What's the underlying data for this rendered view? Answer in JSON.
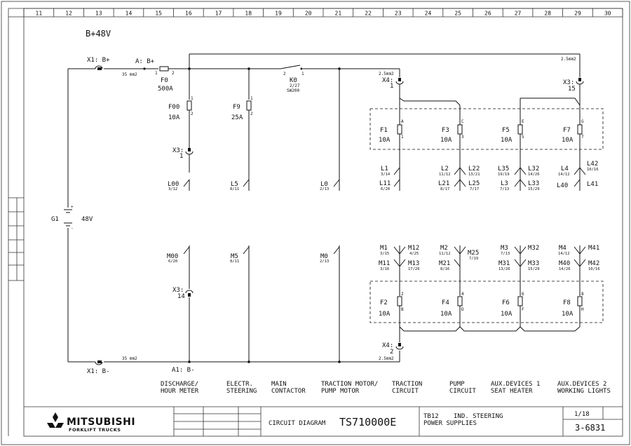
{
  "columns": [
    "11",
    "12",
    "13",
    "14",
    "15",
    "16",
    "17",
    "18",
    "19",
    "20",
    "21",
    "22",
    "23",
    "24",
    "25",
    "26",
    "27",
    "28",
    "29",
    "30"
  ],
  "supply_label": "B+48V",
  "battery": {
    "name": "G1",
    "voltage": "48V",
    "plus": "+",
    "minus": "-"
  },
  "top_wire": {
    "terminal": "X1: B+",
    "cross": "35 mm2",
    "node": "A: B+",
    "pin1": "1",
    "pin2": "2"
  },
  "bottom_wire": {
    "terminal": "X1: B-",
    "cross": "35 mm2",
    "node": "A1: B-"
  },
  "main_fuse": {
    "name": "F0",
    "rating": "500A"
  },
  "contactor": {
    "name": "K0",
    "ref": "2/27",
    "type": "SW200",
    "pin1": "2",
    "pin2": "1"
  },
  "wire_top_right": "2.5mm2",
  "wire_x4_top": "2.5mm2",
  "wire_x4_bottom": "2.5mm2",
  "fuses_left": [
    {
      "name": "F00",
      "rating": "10A",
      "p1": "1",
      "p2": "2"
    },
    {
      "name": "F9",
      "rating": "25A",
      "p1": "1",
      "p2": "2"
    }
  ],
  "x3_top": {
    "name": "X3:",
    "pin": "1"
  },
  "x3_bottom": {
    "name": "X3:",
    "pin": "14"
  },
  "x3_right": {
    "name": "X3:",
    "pin": "15"
  },
  "x4_top": {
    "name": "X4:",
    "pin": "1"
  },
  "x4_bottom": {
    "name": "X4:",
    "pin": "2"
  },
  "top_box": [
    {
      "name": "F1",
      "rating": "10A",
      "a": "A",
      "b": "1"
    },
    {
      "name": "F3",
      "rating": "10A",
      "a": "C",
      "b": "3"
    },
    {
      "name": "F5",
      "rating": "10A",
      "a": "E",
      "b": "5"
    },
    {
      "name": "F7",
      "rating": "10A",
      "a": "G",
      "b": "7"
    }
  ],
  "bottom_box": [
    {
      "name": "F2",
      "rating": "10A",
      "a": "2",
      "b": "B"
    },
    {
      "name": "F4",
      "rating": "10A",
      "a": "4",
      "b": "D"
    },
    {
      "name": "F6",
      "rating": "10A",
      "a": "6",
      "b": "F"
    },
    {
      "name": "F8",
      "rating": "10A",
      "a": "8",
      "b": "H"
    }
  ],
  "upper_left_conns": [
    {
      "name": "L00",
      "ref": "3/12"
    },
    {
      "name": "L5",
      "ref": "8/11"
    },
    {
      "name": "L0",
      "ref": "2/13"
    }
  ],
  "lower_left_conns": [
    {
      "name": "M00",
      "ref": "6/20"
    },
    {
      "name": "M5",
      "ref": "8/11"
    },
    {
      "name": "M0",
      "ref": "2/13"
    }
  ],
  "upper_right_conns": {
    "l1": "L1",
    "l1ref": "3/14",
    "l11": "L11",
    "l11ref": "6/20",
    "l2": "L2",
    "l2ref": "11/12",
    "l22": "L22",
    "l22ref": "13/21",
    "l21": "L21",
    "l21ref": "8/17",
    "l25": "L25",
    "l25ref": "7/17",
    "l35": "L35",
    "l35ref": "19/19",
    "l32": "L32",
    "l32ref": "14/26",
    "l3": "L3",
    "l3ref": "7/13",
    "l33": "L33",
    "l33ref": "15/29",
    "l4": "L4",
    "l4ref": "14/12",
    "l42": "L42",
    "l42ref": "10/16",
    "l40": "L40",
    "l41": "L41"
  },
  "lower_right_conns": {
    "m1": "M1",
    "m1ref": "3/15",
    "m12": "M12",
    "m12ref": "4/25",
    "m11": "M11",
    "m11ref": "3/16",
    "m13": "M13",
    "m13ref": "17/26",
    "m2": "M2",
    "m2ref": "11/12",
    "m25": "M25",
    "m25ref": "7/19",
    "m21": "M21",
    "m21ref": "8/16",
    "m3": "M3",
    "m3ref": "7/13",
    "m32": "M32",
    "m31": "M31",
    "m31ref": "13/26",
    "m33": "M33",
    "m33ref": "15/29",
    "m4": "M4",
    "m4ref": "14/12",
    "m41": "M41",
    "m40": "M40",
    "m40ref": "14/26",
    "m42": "M42",
    "m42ref": "10/16"
  },
  "captions": [
    {
      "l1": "DISCHARGE/",
      "l2": "HOUR METER"
    },
    {
      "l1": "ELECTR.",
      "l2": "STEERING"
    },
    {
      "l1": "MAIN",
      "l2": "CONTACTOR"
    },
    {
      "l1": "TRACTION MOTOR/",
      "l2": "PUMP MOTOR"
    },
    {
      "l1": "TRACTION",
      "l2": "CIRCUIT"
    },
    {
      "l1": "PUMP",
      "l2": "CIRCUIT"
    },
    {
      "l1": "AUX.DEVICES 1",
      "l2": "SEAT HEATER"
    },
    {
      "l1": "AUX.DEVICES 2",
      "l2": "WORKING LIGHTS"
    }
  ],
  "titleblock": {
    "logo_main": "MITSUBISHI",
    "logo_sub": "FORKLIFT TRUCKS",
    "diagram_label": "CIRCUIT DIAGRAM",
    "diagram_code": "TS710000E",
    "model": "TB12",
    "desc1": "IND. STEERING",
    "desc2": "POWER SUPPLIES",
    "sheet": "1/18",
    "page": "3-6831"
  }
}
